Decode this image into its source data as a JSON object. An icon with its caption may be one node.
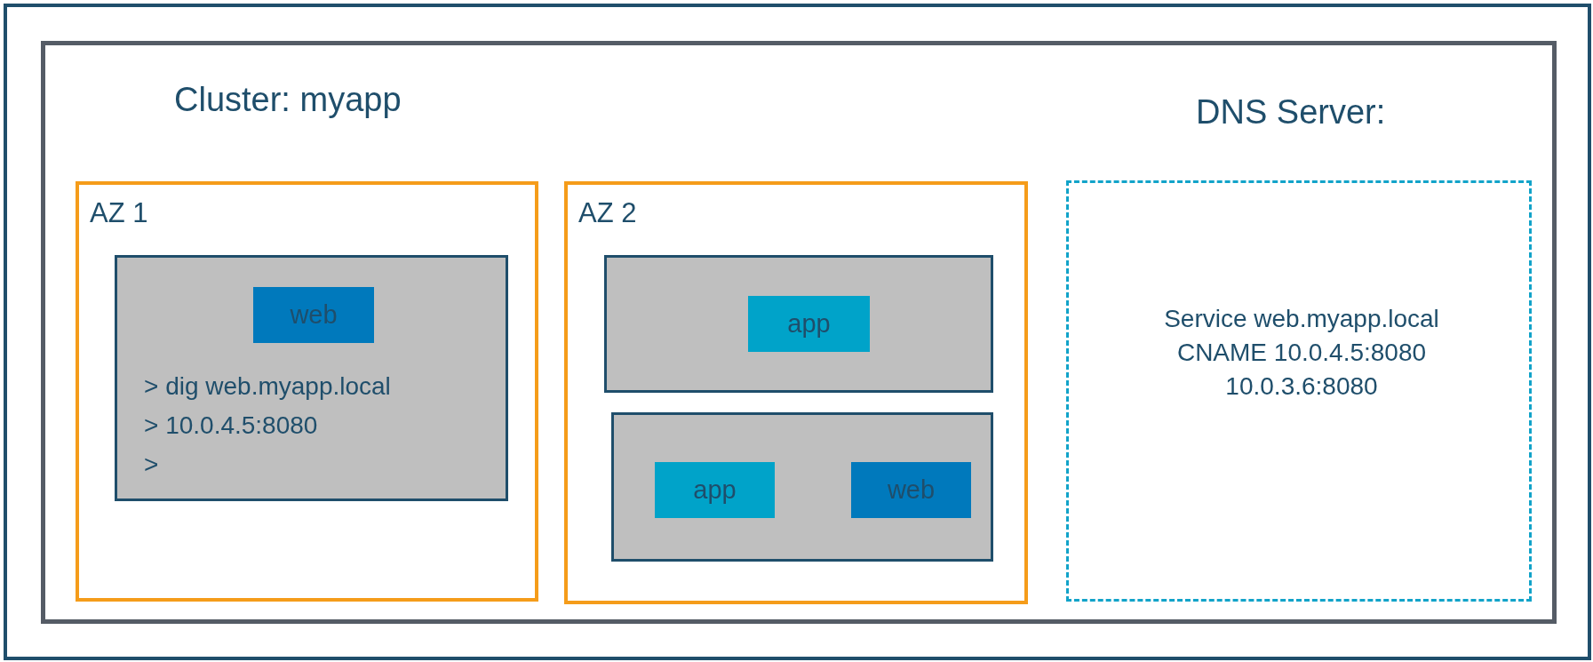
{
  "diagram": {
    "nodes": [
      {
        "text": [
          "Cluster: myapp"
        ]
      },
      {
        "text": [
          "AZ 1"
        ],
        "in": 0
      },
      {
        "text": [
          "> dig web.myapp.local",
          "> 10.0.4.5:8080",
          ">"
        ],
        "in": 1
      },
      {
        "text": [
          "web"
        ],
        "in": 2
      },
      {
        "text": [
          "AZ 2"
        ],
        "in": 0
      },
      {
        "text": [],
        "shape": "box",
        "in": 4
      },
      {
        "text": [
          "app"
        ],
        "in": 5
      },
      {
        "text": [],
        "shape": "box",
        "in": 4
      },
      {
        "text": [
          "app"
        ],
        "in": 7
      },
      {
        "text": [
          "web"
        ],
        "in": 7
      },
      {
        "text": [
          "DNS Server:",
          "Service web.myapp.local CNAME 10.0.4.5:8080 10.0.3.6:8080"
        ],
        "in": 0
      }
    ],
    "edges": []
  }
}
